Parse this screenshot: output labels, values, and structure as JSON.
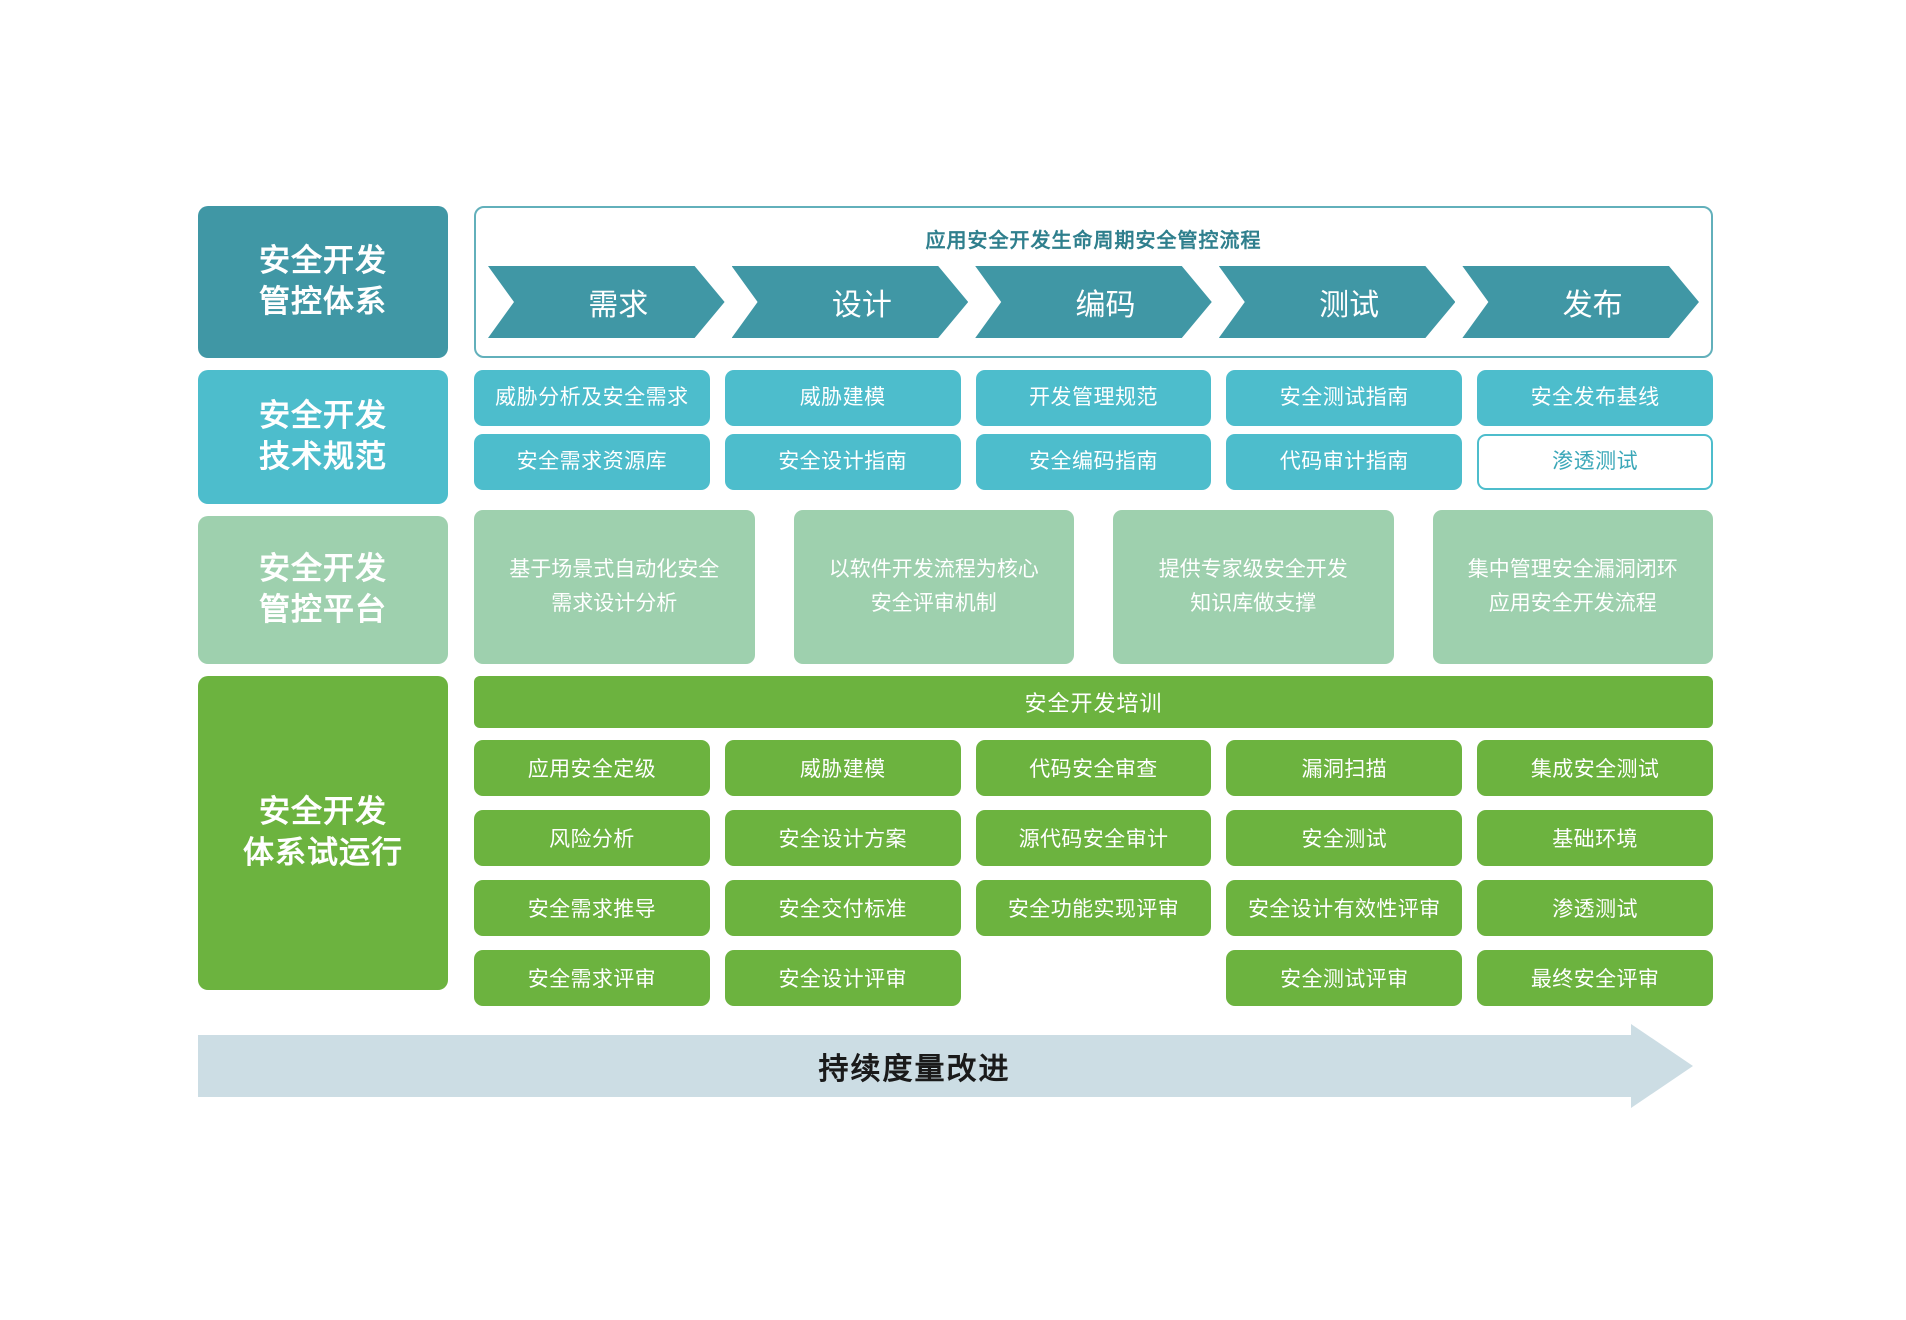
{
  "sidebar": {
    "items": [
      {
        "label": "安全开发\n管控体系",
        "color": "#4097a5"
      },
      {
        "label": "安全开发\n技术规范",
        "color": "#4dbdcc"
      },
      {
        "label": "安全开发\n管控平台",
        "color": "#9ed0ae"
      },
      {
        "label": "安全开发\n体系试运行",
        "color": "#6cb33f"
      }
    ]
  },
  "lifecycle": {
    "title": "应用安全开发生命周期安全管控流程",
    "stages": [
      "需求",
      "设计",
      "编码",
      "测试",
      "发布"
    ]
  },
  "tech_spec": {
    "row_a": [
      "威胁分析及安全需求",
      "威胁建模",
      "开发管理规范",
      "安全测试指南",
      "安全发布基线"
    ],
    "row_b": [
      "安全需求资源库",
      "安全设计指南",
      "安全编码指南",
      "代码审计指南",
      "渗透测试"
    ],
    "outlined_index": 4
  },
  "platform": {
    "items": [
      "基于场景式自动化安全\n需求设计分析",
      "以软件开发流程为核心\n安全评审机制",
      "提供专家级安全开发\n知识库做支撑",
      "集中管理安全漏洞闭环\n应用安全开发流程"
    ]
  },
  "trial": {
    "banner": "安全开发培训",
    "rows": [
      [
        "应用安全定级",
        "威胁建模",
        "代码安全审查",
        "漏洞扫描",
        "集成安全测试"
      ],
      [
        "风险分析",
        "安全设计方案",
        "源代码安全审计",
        "安全测试",
        "基础环境"
      ],
      [
        "安全需求推导",
        "安全交付标准",
        "安全功能实现评审",
        "安全设计有效性评审",
        "渗透测试"
      ],
      [
        "安全需求评审",
        "安全设计评审",
        "",
        "安全测试评审",
        "最终安全评审"
      ]
    ]
  },
  "footer": {
    "improvement_label": "持续度量改进"
  },
  "colors": {
    "teal_dark": "#4097a5",
    "teal_light": "#4dbdcc",
    "green_light": "#9ed0ae",
    "green": "#6cb33f",
    "arrow_blue_grey": "#ccdde4",
    "title_teal": "#2f7f8d"
  }
}
